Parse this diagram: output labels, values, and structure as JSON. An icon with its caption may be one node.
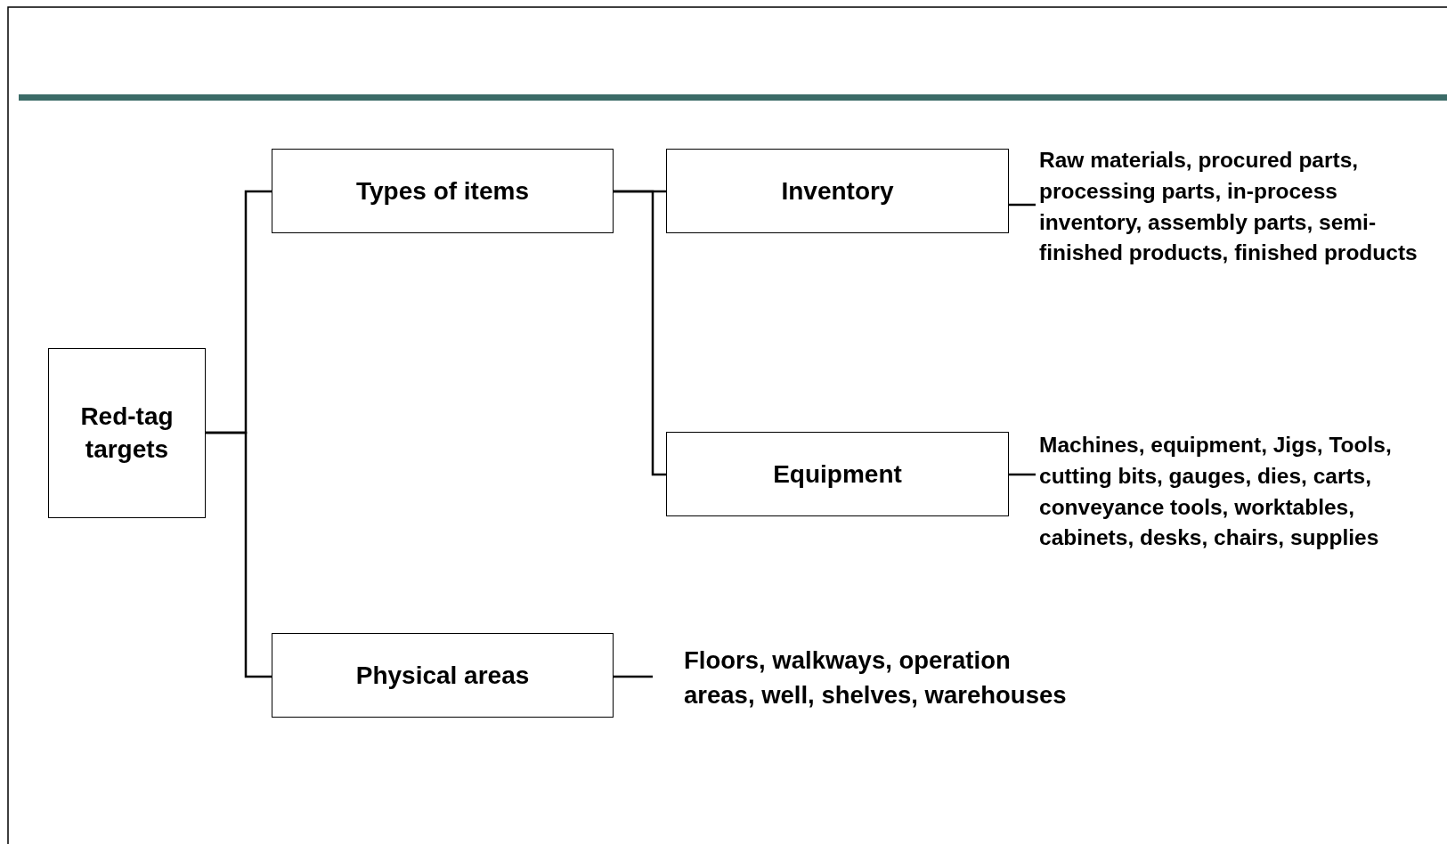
{
  "diagram": {
    "nodes": [
      {
        "text": [
          "Red-tag targets"
        ]
      },
      {
        "text": [
          "Types of items"
        ]
      },
      {
        "text": [
          "Inventory"
        ]
      },
      {
        "text": [
          "Raw materials, procured parts, processing parts, in-process inventory, assembly parts, semi-finished products, finished products"
        ]
      },
      {
        "text": [
          "Equipment"
        ]
      },
      {
        "text": [
          "Machines, equipment, Jigs, Tools, cutting bits, gauges, dies, carts, conveyance tools, worktables, cabinets, desks, chairs, supplies"
        ]
      },
      {
        "text": [
          "Physical areas"
        ]
      },
      {
        "text": [
          "Floors, walkways, operation areas, well, shelves, warehouses"
        ]
      }
    ],
    "edges": [
      {
        "from": 0,
        "to": 1,
        "arrow": "none"
      },
      {
        "from": 0,
        "to": 6,
        "arrow": "none"
      },
      {
        "from": 1,
        "to": 2,
        "arrow": "none"
      },
      {
        "from": 1,
        "to": 4,
        "arrow": "none"
      },
      {
        "from": 2,
        "to": 3,
        "arrow": "none"
      },
      {
        "from": 4,
        "to": 5,
        "arrow": "none"
      },
      {
        "from": 6,
        "to": 7,
        "arrow": "none"
      }
    ]
  }
}
